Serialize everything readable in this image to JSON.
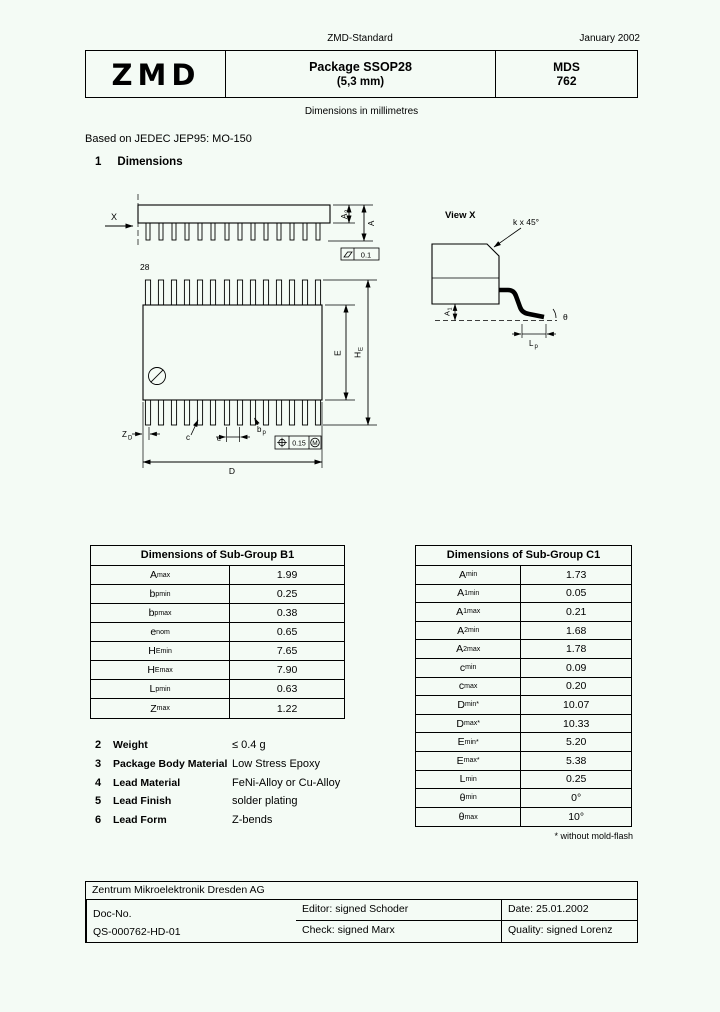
{
  "page_header": {
    "center": "ZMD-Standard",
    "right": "January 2002"
  },
  "title_block": {
    "logo_text": "ZMD",
    "title": "Package SSOP28",
    "subtitle": "(5,3 mm)",
    "doc_type": "MDS",
    "doc_num": "762"
  },
  "units_note": "Dimensions in millimetres",
  "based_on": "Based on JEDEC JEP95: MO-150",
  "section": {
    "number": "1",
    "title": "Dimensions"
  },
  "drawing": {
    "x_label": "X",
    "pin_label": "28",
    "dim_a2": "A",
    "dim_a2_sub": "2",
    "dim_a": "A",
    "tol_top": "0.1",
    "view_x": "View X",
    "k45": "k x 45°",
    "dim_a1": "A",
    "dim_a1_sub": "1",
    "dim_lp": "L",
    "dim_lp_sub": "p",
    "theta": "θ",
    "dim_E": "E",
    "dim_he": "H",
    "dim_he_sub": "E",
    "dim_zd": "Z",
    "dim_zd_sub": "D",
    "dim_c": "c",
    "dim_e": "e",
    "dim_bp": "b",
    "dim_bp_sub": "p",
    "tol_pos": "0.15",
    "tol_mod": "M",
    "dim_d": "D"
  },
  "table_b1": {
    "title": "Dimensions of Sub-Group B1",
    "rows": [
      {
        "base": "A",
        "sub": "max",
        "star": "",
        "value": "1.99"
      },
      {
        "base": "b",
        "sub": "pmin",
        "star": "",
        "value": "0.25"
      },
      {
        "base": "b",
        "sub": "pmax",
        "star": "",
        "value": "0.38"
      },
      {
        "base": "e",
        "sub": "nom",
        "star": "",
        "value": "0.65"
      },
      {
        "base": "H",
        "sub": "Emin",
        "star": "",
        "value": "7.65"
      },
      {
        "base": "H",
        "sub": "Emax",
        "star": "",
        "value": "7.90"
      },
      {
        "base": "L",
        "sub": "pmin",
        "star": "",
        "value": "0.63"
      },
      {
        "base": "Z",
        "sub": "max",
        "star": "",
        "value": "1.22"
      }
    ]
  },
  "table_c1": {
    "title": "Dimensions of Sub-Group C1",
    "rows": [
      {
        "base": "A",
        "sub": "min",
        "star": "",
        "value": "1.73"
      },
      {
        "base": "A",
        "sub": "1min",
        "star": "",
        "value": "0.05"
      },
      {
        "base": "A",
        "sub": "1max",
        "star": "",
        "value": "0.21"
      },
      {
        "base": "A",
        "sub": "2min",
        "star": "",
        "value": "1.68"
      },
      {
        "base": "A",
        "sub": "2max",
        "star": "",
        "value": "1.78"
      },
      {
        "base": "c",
        "sub": "min",
        "star": "",
        "value": "0.09"
      },
      {
        "base": "c",
        "sub": "max",
        "star": "",
        "value": "0.20"
      },
      {
        "base": "D",
        "sub": "min",
        "star": "*",
        "value": "10.07"
      },
      {
        "base": "D",
        "sub": "max",
        "star": "*",
        "value": "10.33"
      },
      {
        "base": "E",
        "sub": "min",
        "star": "*",
        "value": "5.20"
      },
      {
        "base": "E",
        "sub": "max",
        "star": "*",
        "value": "5.38"
      },
      {
        "base": "L",
        "sub": "min",
        "star": "",
        "value": "0.25"
      },
      {
        "base": "θ",
        "sub": "min",
        "star": "",
        "value": "0°"
      },
      {
        "base": "θ",
        "sub": "max",
        "star": "",
        "value": "10°"
      }
    ],
    "footnote": "* without mold-flash"
  },
  "properties": [
    {
      "num": "2",
      "label": "Weight",
      "value": "≤ 0.4 g"
    },
    {
      "num": "3",
      "label": "Package Body Material",
      "value": "Low Stress Epoxy"
    },
    {
      "num": "4",
      "label": "Lead Material",
      "value": "FeNi-Alloy or Cu-Alloy"
    },
    {
      "num": "5",
      "label": "Lead Finish",
      "value": "solder plating"
    },
    {
      "num": "6",
      "label": "Lead Form",
      "value": "Z-bends"
    }
  ],
  "footer": {
    "company": "Zentrum Mikroelektronik Dresden AG",
    "editor": "Editor: signed Schoder",
    "date": "Date: 25.01.2002",
    "check": "Check: signed Marx",
    "quality": "Quality: signed Lorenz",
    "docno_label": "Doc-No.",
    "docno": "QS-000762-HD-01"
  }
}
